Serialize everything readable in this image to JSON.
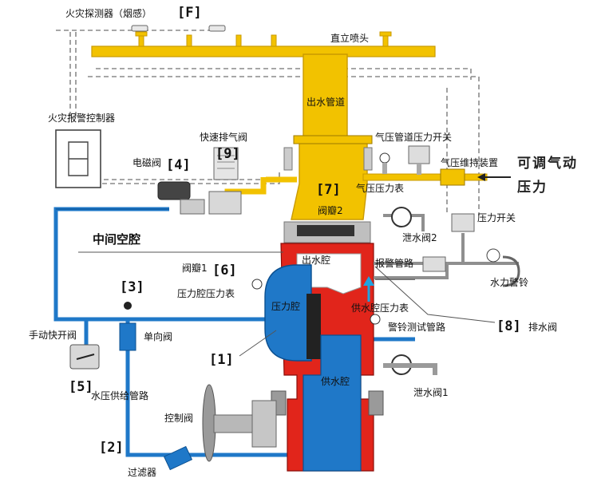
{
  "colors": {
    "yellow": "#f2c200",
    "yellow_dark": "#c99a00",
    "blue": "#1f78c8",
    "blue_dark": "#0b4f8f",
    "red": "#e1251b",
    "gray": "#9a9a9a",
    "dashed": "#888888"
  },
  "labels": {
    "fire_detector": "火灾探测器（烟感）",
    "upright_sprinkler": "直立喷头",
    "fire_alarm_controller": "火灾报警控制器",
    "outlet_pipe": "出水管道",
    "quick_exhaust_valve": "快速排气阀",
    "solenoid_valve": "电磁阀",
    "air_pressure_switch": "气压管道压力开关",
    "air_maintenance_device": "气压维持装置",
    "adjustable_air_pressure_1": "可调气动",
    "adjustable_air_pressure_2": "压力",
    "air_pressure_gauge": "气压压力表",
    "clapper_2": "阀瓣2",
    "pressure_switch": "压力开关",
    "drain_valve_2": "泄水阀2",
    "middle_chamber": "中间空腔",
    "outlet_chamber": "出水腔",
    "alarm_pipe": "报警管路",
    "water_motor_gong": "水力警铃",
    "clapper_1": "阀瓣1",
    "pressure_chamber_gauge": "压力腔压力表",
    "pressure_chamber": "压力腔",
    "supply_chamber_gauge": "供水腔压力表",
    "alarm_test_pipe": "警铃测试管路",
    "drain_valve": "排水阀",
    "manual_quick_open_valve": "手动快开阀",
    "check_valve": "单向阀",
    "supply_chamber": "供水腔",
    "hydraulic_supply_pipe": "水压供给管路",
    "drain_valve_1": "泄水阀1",
    "control_valve": "控制阀",
    "strainer": "过滤器"
  },
  "callouts": {
    "F": "[F]",
    "c1": "[1]",
    "c2": "[2]",
    "c3": "[3]",
    "c4": "[4]",
    "c5": "[5]",
    "c6": "[6]",
    "c7": "[7]",
    "c8": "[8]",
    "c9": "[9]"
  }
}
